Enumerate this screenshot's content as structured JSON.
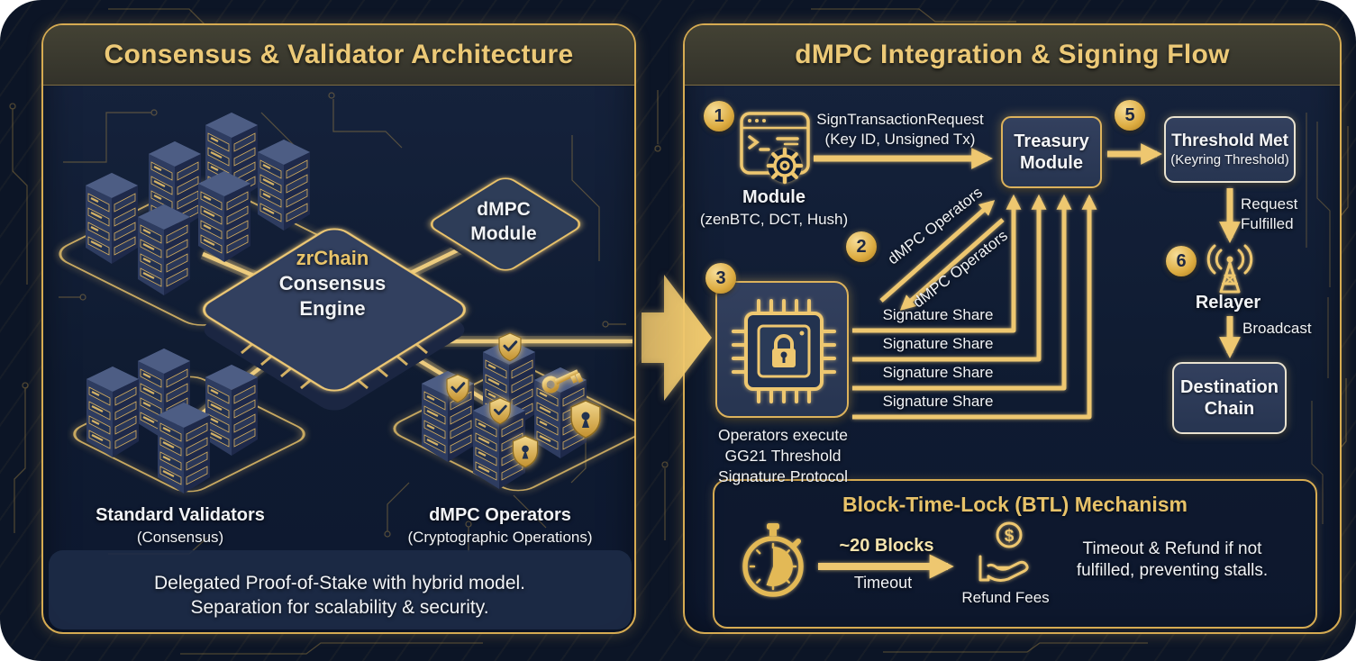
{
  "left_panel": {
    "title": "Consensus & Validator Architecture",
    "center_chip": {
      "line1": "zrChain",
      "line2": "Consensus",
      "line3": "Engine"
    },
    "dmpc_module": {
      "line1": "dMPC",
      "line2": "Module"
    },
    "standard_validators": {
      "label": "Standard Validators",
      "sublabel": "(Consensus)"
    },
    "dmpc_operators": {
      "label": "dMPC Operators",
      "sublabel": "(Cryptographic Operations)"
    },
    "caption_line1": "Delegated Proof-of-Stake with hybrid model.",
    "caption_line2": "Separation for scalability & security."
  },
  "right_panel": {
    "title": "dMPC Integration & Signing Flow",
    "steps": {
      "s1": "1",
      "s2": "2",
      "s3": "3",
      "s5": "5",
      "s6": "6"
    },
    "module": {
      "label": "Module",
      "sublabel": "(zenBTC, DCT, Hush)"
    },
    "sign_request": {
      "line1": "SignTransactionRequest",
      "line2": "(Key ID, Unsigned Tx)"
    },
    "treasury": {
      "line1": "Treasury",
      "line2": "Module"
    },
    "threshold": {
      "line1": "Threshold Met",
      "line2": "(Keyring Threshold)"
    },
    "request_fulfilled": {
      "line1": "Request",
      "line2": "Fulfilled"
    },
    "relayer": "Relayer",
    "broadcast": "Broadcast",
    "destination": {
      "line1": "Destination",
      "line2": "Chain"
    },
    "dmpc_operators_label_1": "dMPC Operators",
    "dmpc_operators_label_2": "dMPC Operators",
    "signature_shares": [
      "Signature Share",
      "Signature Share",
      "Signature Share",
      "Signature Share"
    ],
    "gg21": {
      "line1": "Operators execute",
      "line2": "GG21 Threshold",
      "line3": "Signature Protocol"
    },
    "btl": {
      "title": "Block-Time-Lock (BTL) Mechanism",
      "blocks": "~20 Blocks",
      "timeout": "Timeout",
      "refund_fees": "Refund Fees",
      "dollar": "$",
      "note_line1": "Timeout & Refund if not",
      "note_line2": "fulfilled, preventing stalls."
    }
  },
  "colors": {
    "background": "#0c1526",
    "panel_border_gold": "#d6ab52",
    "accent_gold": "#ecc46f",
    "title_gold": "#ecc977",
    "box_fill": "#2e3c59",
    "box_border_light": "#e9e2d0",
    "text_white": "#f1f3f6"
  }
}
